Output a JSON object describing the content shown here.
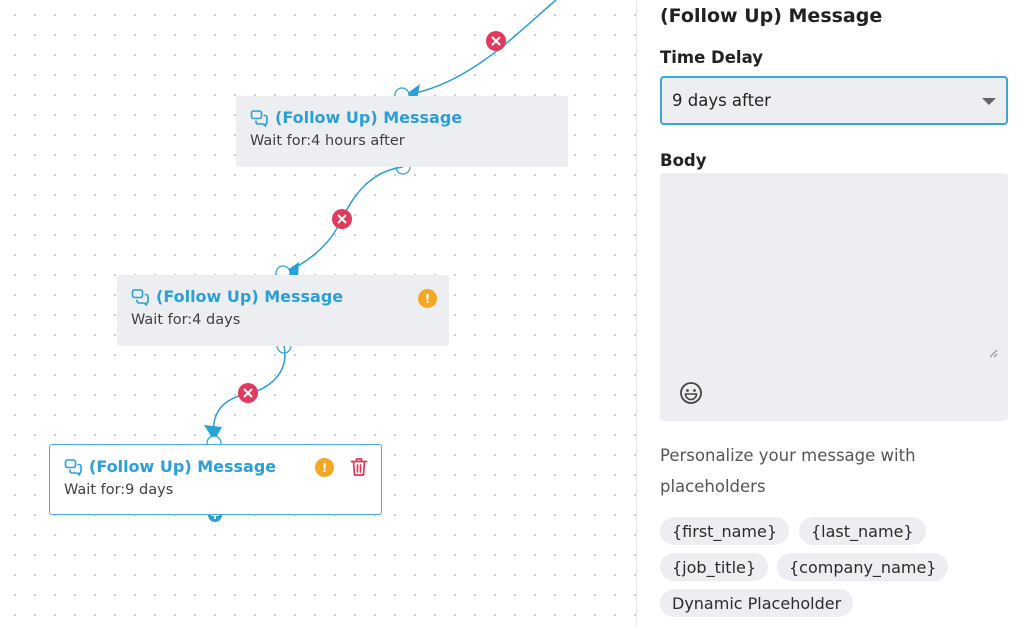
{
  "nodes": [
    {
      "title": "(Follow Up) Message",
      "wait": "Wait for:4 hours after",
      "warning": false,
      "selected": false
    },
    {
      "title": "(Follow Up) Message",
      "wait": "Wait for:4 days",
      "warning": true,
      "selected": false
    },
    {
      "title": "(Follow Up) Message",
      "wait": "Wait for:9 days",
      "warning": true,
      "selected": true
    }
  ],
  "panel": {
    "title": "(Follow Up) Message",
    "time_delay_label": "Time Delay",
    "time_delay_value": "9 days after",
    "body_label": "Body",
    "body_value": "",
    "help_text": "Personalize your message with placeholders",
    "placeholders": [
      "{first_name}",
      "{last_name}",
      "{job_title}",
      "{company_name}",
      "Dynamic Placeholder"
    ]
  },
  "colors": {
    "accent": "#2a9fd8",
    "warning": "#f5a623",
    "delete": "#e03b5e",
    "trash": "#d93a55"
  },
  "icons": {
    "node": "chat-bubbles-icon",
    "warning": "warning-icon",
    "trash": "trash-icon",
    "delete_edge": "delete-edge-icon",
    "add": "plus-icon",
    "emoji": "emoji-icon"
  }
}
